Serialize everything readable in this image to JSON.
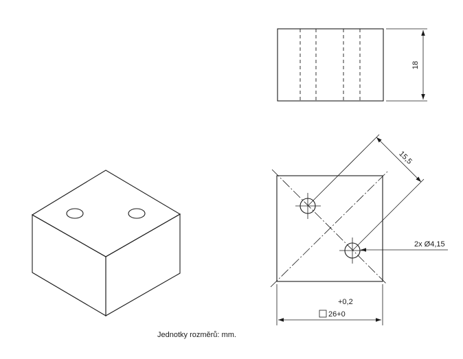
{
  "top_view": {
    "height_dimension": "18"
  },
  "plan_view": {
    "hole_spacing_dimension": "15,5",
    "hole_callout": "2x Ø4,15",
    "side_tolerance": "+0,2",
    "side_dimension": "26+0"
  },
  "footer_note": "Jednotky rozměrů: mm."
}
